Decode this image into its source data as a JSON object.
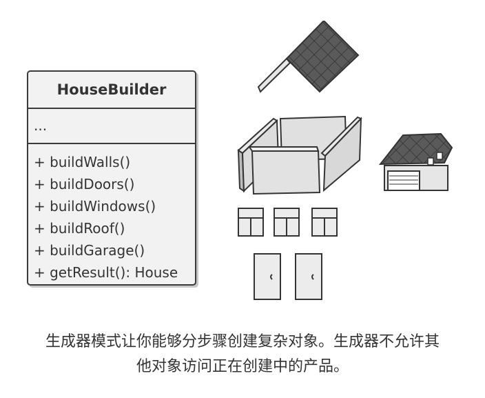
{
  "uml": {
    "class_name": "HouseBuilder",
    "fields": "...",
    "methods": [
      "+ buildWalls()",
      "+ buildDoors()",
      "+ buildWindows()",
      "+ buildRoof()",
      "+ buildGarage()",
      "+ getResult(): House"
    ]
  },
  "caption": {
    "line1": "生成器模式让你能够分步骤创建复杂对象。生成器不允许其",
    "line2": "他对象访问正在创建中的产品。"
  },
  "illustration": {
    "parts": [
      "roof",
      "walls",
      "garage",
      "windows",
      "doors"
    ]
  }
}
